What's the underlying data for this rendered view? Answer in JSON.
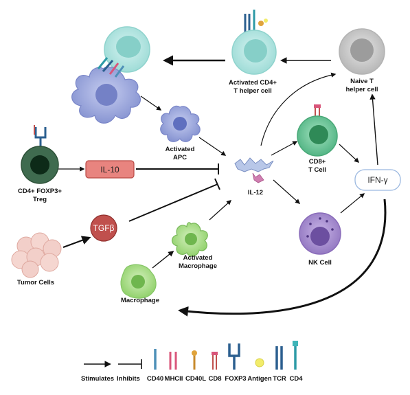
{
  "labels": {
    "activated_cd4_line1": "Activated CD4+",
    "activated_cd4_line2": "T helper cell",
    "naive_line1": "Naive T",
    "naive_line2": "helper cell",
    "activated_apc_line1": "Activated",
    "activated_apc_line2": "APC",
    "treg_line1": "CD4+ FOXP3+",
    "treg_line2": "Treg",
    "il10": "IL-10",
    "il12": "IL-12",
    "cd8_line1": "CD8+",
    "cd8_line2": "T Cell",
    "ifng": "IFN-γ",
    "tgfb": "TGFβ",
    "nk_cell": "NK Cell",
    "tumor_cells": "Tumor Cells",
    "activated_macrophage_line1": "Activated",
    "activated_macrophage_line2": "Macrophage",
    "macrophage": "Macrophage"
  },
  "legend": {
    "stimulates": "Stimulates",
    "inhibits": "Inhibits",
    "cd40": "CD40",
    "mhcii": "MHCII",
    "cd40l": "CD40L",
    "cd8": "CD8",
    "foxp3": "FOXP3",
    "antigen": "Antigen",
    "tcr": "TCR",
    "cd4": "CD4"
  },
  "colors": {
    "arrow": "#111111",
    "il10_box_fill": "#e8847f",
    "il10_box_border": "#b94a45",
    "tgfb_fill": "#c0504d",
    "ifng_border": "#9bb8e0",
    "cd4_cell": "#a8e0dc",
    "naive_cell": "#b9b9b9",
    "apc_cell": "#8d9bd6",
    "cd8_cell": "#5fbf8f",
    "nk_cell": "#9a7cc4",
    "treg_cell": "#3f6b4f",
    "macrophage": "#9bd67a",
    "tumor": "#f2cfc9"
  }
}
